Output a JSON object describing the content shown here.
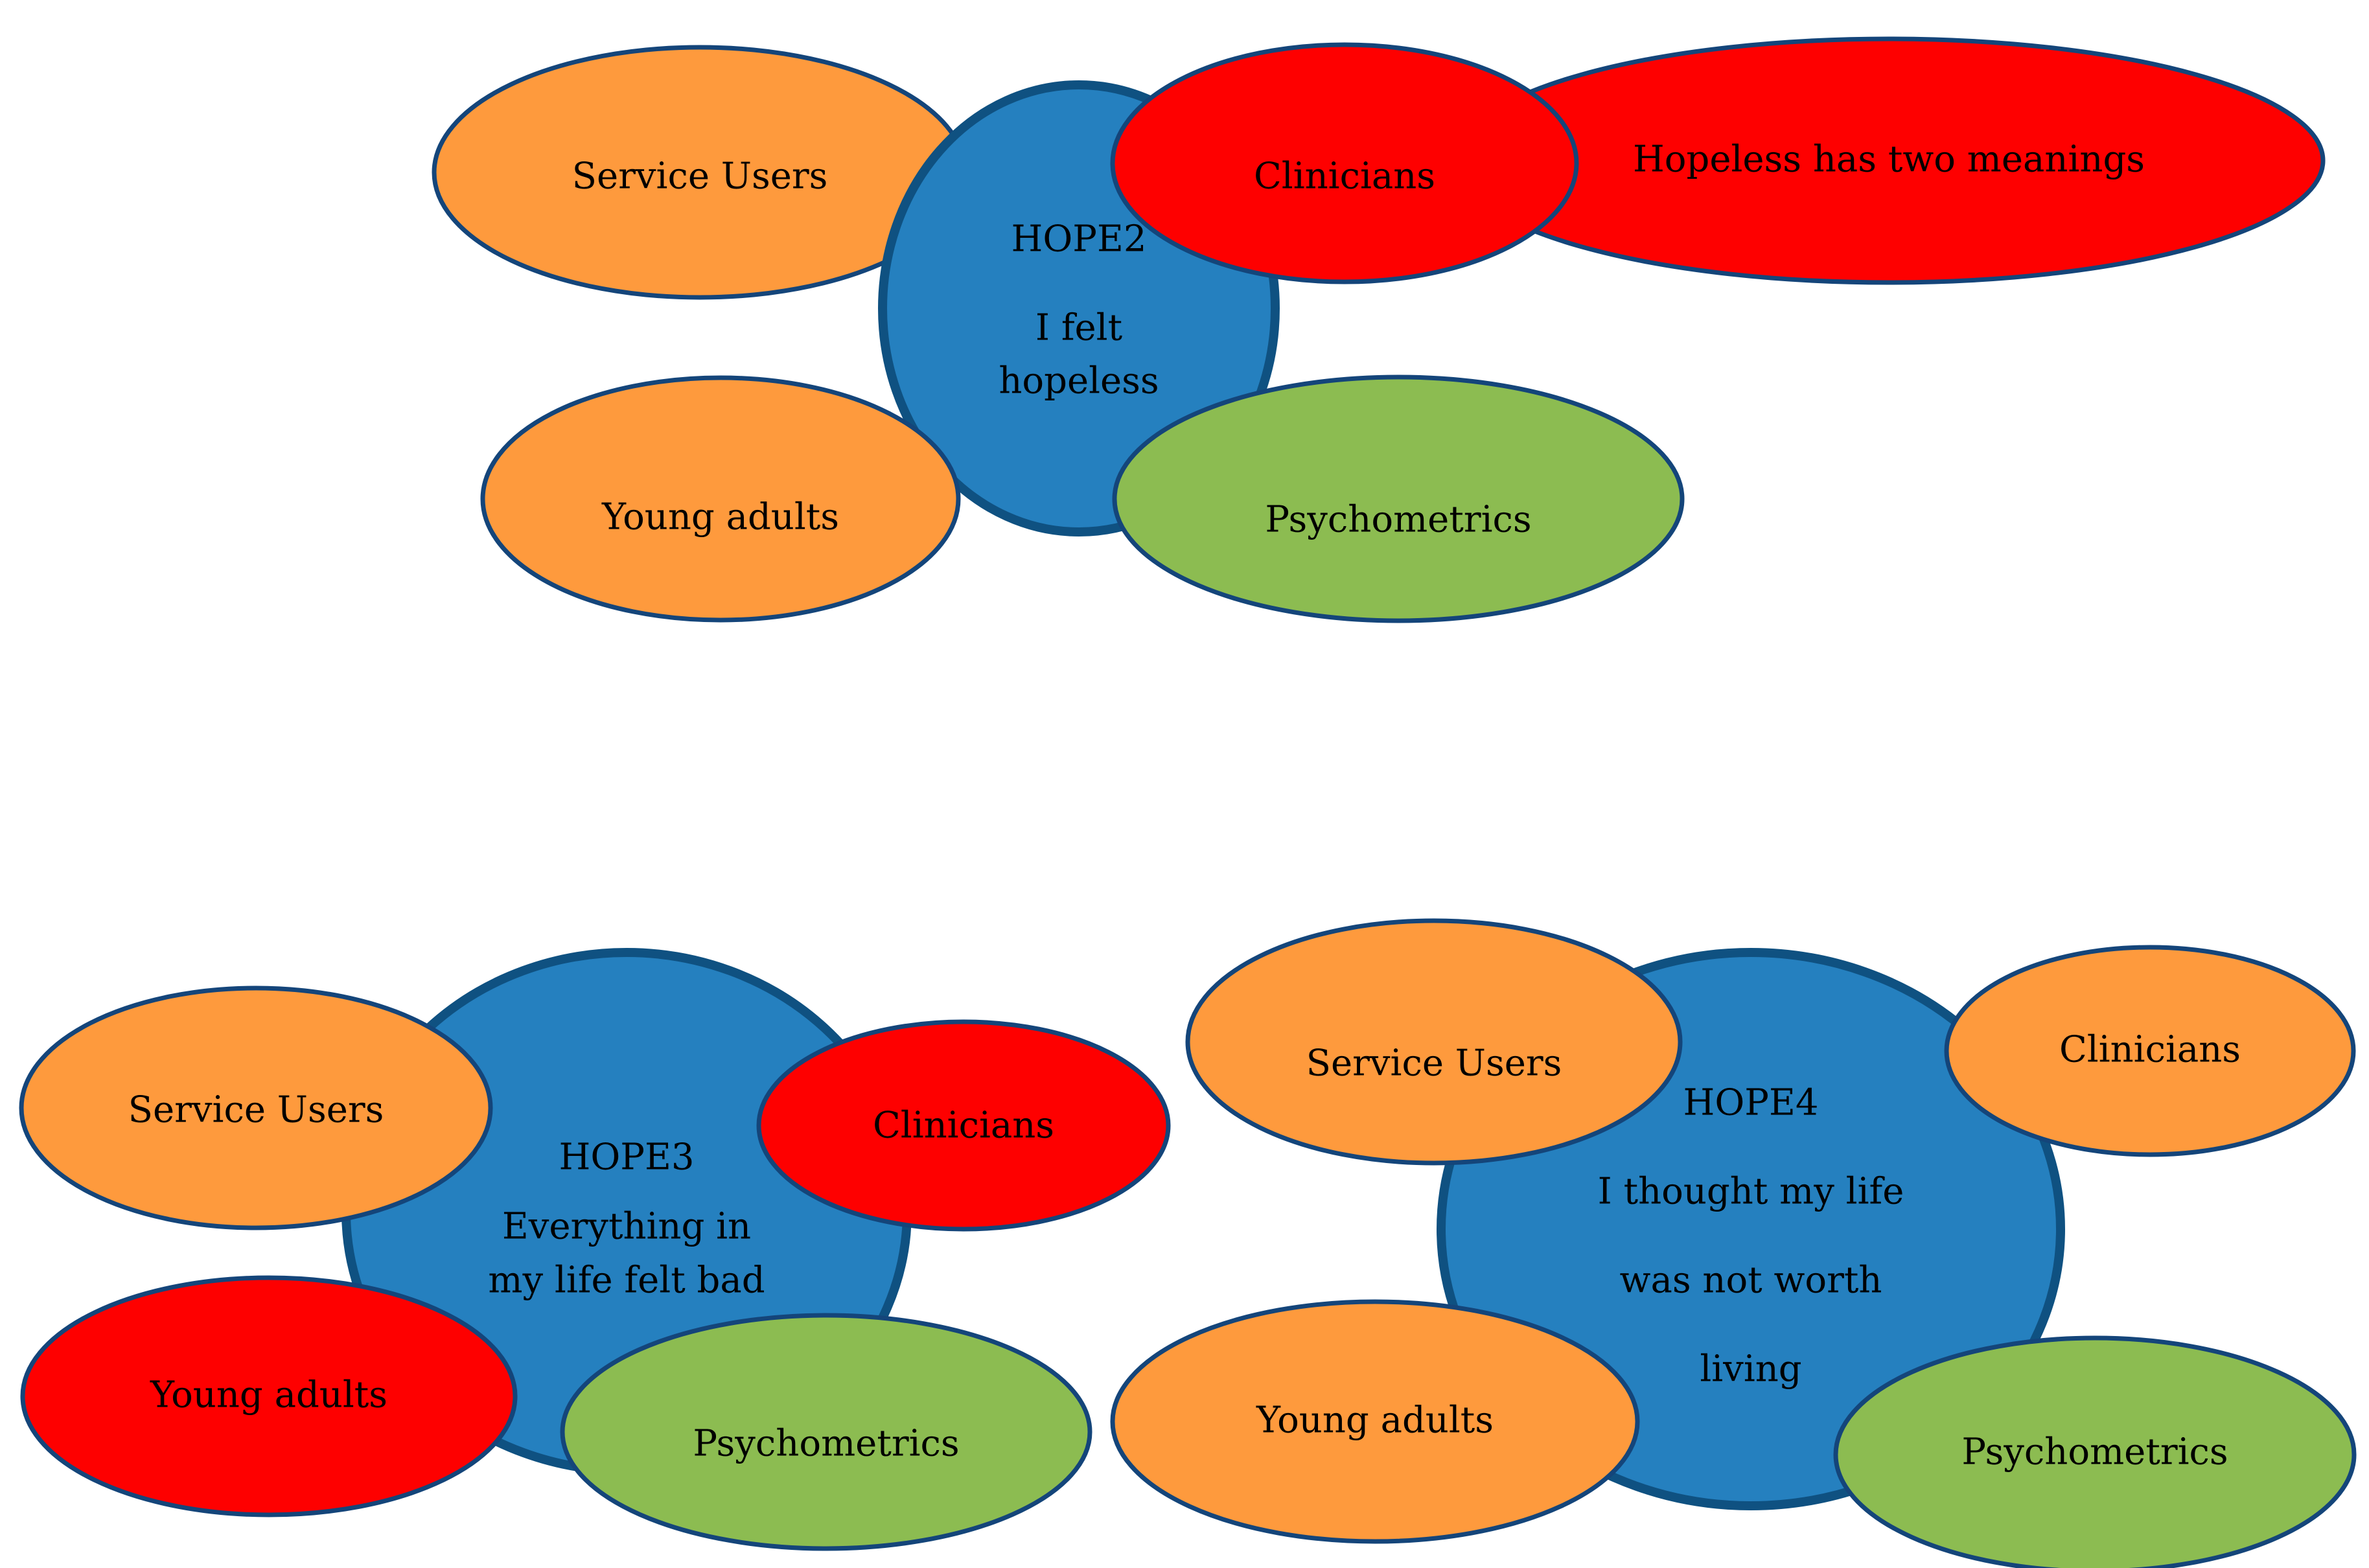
{
  "colors": {
    "center": "#2580bf",
    "center_border": "#0f5181",
    "orange": "#fe9a3d",
    "red": "#fe0000",
    "green": "#8cbc51",
    "border": "#14457a"
  },
  "clusters": [
    {
      "title": "HOPE2",
      "text_lines": [
        "I felt",
        "hopeless"
      ],
      "items": [
        {
          "label": "Service Users",
          "color": "orange"
        },
        {
          "label": "Clinicians",
          "color": "red"
        },
        {
          "label": "Hopeless has two meanings",
          "color": "red"
        },
        {
          "label": "Young adults",
          "color": "orange"
        },
        {
          "label": "Psychometrics",
          "color": "green"
        }
      ]
    },
    {
      "title": "HOPE3",
      "text_lines": [
        "Everything in",
        "my life felt bad"
      ],
      "items": [
        {
          "label": "Service Users",
          "color": "orange"
        },
        {
          "label": "Clinicians",
          "color": "red"
        },
        {
          "label": "Young adults",
          "color": "red"
        },
        {
          "label": "Psychometrics",
          "color": "green"
        }
      ]
    },
    {
      "title": "HOPE4",
      "text_lines": [
        "I thought my life",
        "was not worth",
        "living"
      ],
      "items": [
        {
          "label": "Service Users",
          "color": "orange"
        },
        {
          "label": "Clinicians",
          "color": "orange"
        },
        {
          "label": "Young adults",
          "color": "orange"
        },
        {
          "label": "Psychometrics",
          "color": "green"
        }
      ]
    }
  ]
}
